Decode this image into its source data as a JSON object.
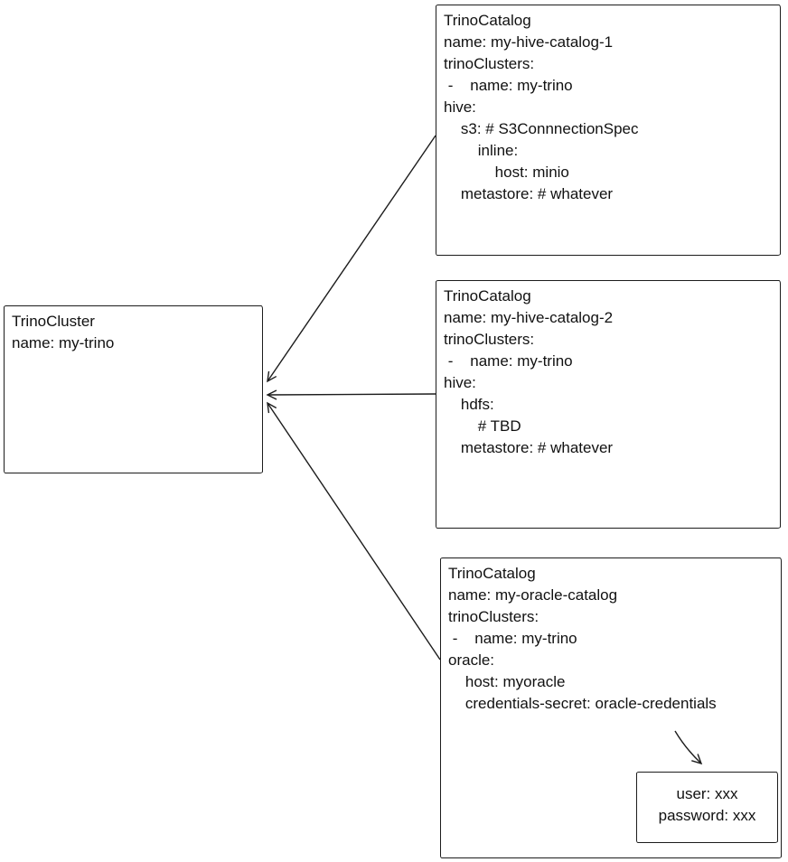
{
  "diagram": {
    "cluster": {
      "title": "TrinoCluster",
      "lines": [
        "name: my-trino"
      ]
    },
    "catalogs": [
      {
        "title": "TrinoCatalog",
        "lines": [
          "name: my-hive-catalog-1",
          "trinoClusters:",
          " -    name: my-trino",
          "hive:",
          "    s3: # S3ConnnectionSpec",
          "        inline:",
          "            host: minio",
          "    metastore: # whatever"
        ]
      },
      {
        "title": "TrinoCatalog",
        "lines": [
          "name: my-hive-catalog-2",
          "trinoClusters:",
          " -    name: my-trino",
          "hive:",
          "    hdfs:",
          "        # TBD",
          "    metastore: # whatever"
        ]
      },
      {
        "title": "TrinoCatalog",
        "lines": [
          "name: my-oracle-catalog",
          "trinoClusters:",
          " -    name: my-trino",
          "oracle:",
          "    host: myoracle",
          "    credentials-secret: oracle-credentials"
        ]
      }
    ],
    "secret": {
      "lines": [
        "user: xxx",
        "password: xxx"
      ]
    }
  }
}
